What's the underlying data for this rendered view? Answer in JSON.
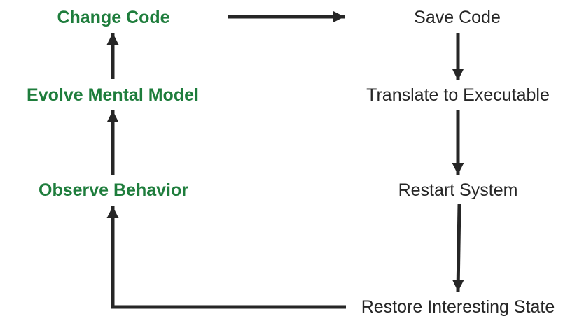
{
  "colors": {
    "developer_steps": "#1e7d3c",
    "system_steps": "#262626",
    "arrows": "#262626"
  },
  "developer_steps": {
    "change_code": "Change Code",
    "evolve_mental_model": "Evolve Mental Model",
    "observe_behavior": "Observe Behavior"
  },
  "system_steps": {
    "save_code": "Save Code",
    "translate_to_executable": "Translate to Executable",
    "restart_system": "Restart System",
    "restore_interesting_state": "Restore Interesting State"
  }
}
